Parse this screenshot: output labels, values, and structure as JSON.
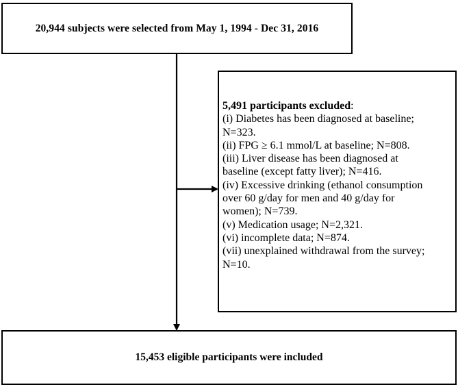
{
  "top_box": {
    "text": "20,944 subjects were selected from May 1, 1994 - Dec 31, 2016"
  },
  "exclusion_box": {
    "title": "5,491 participants excluded",
    "title_suffix": ":",
    "lines": [
      "(i) Diabetes has been diagnosed at baseline;",
      "N=323.",
      "(ii) FPG ≥ 6.1 mmol/L at baseline; N=808.",
      "(iii) Liver disease has been diagnosed at",
      "baseline (except fatty liver); N=416.",
      "(iv) Excessive drinking (ethanol consumption",
      "over 60 g/day for men and 40 g/day for",
      "women); N=739.",
      "(v) Medication usage; N=2,321.",
      "(vi) incomplete data; N=874.",
      "(vii) unexplained withdrawal from the survey;",
      "N=10."
    ]
  },
  "bottom_box": {
    "text": "15,453 eligible participants were included"
  }
}
